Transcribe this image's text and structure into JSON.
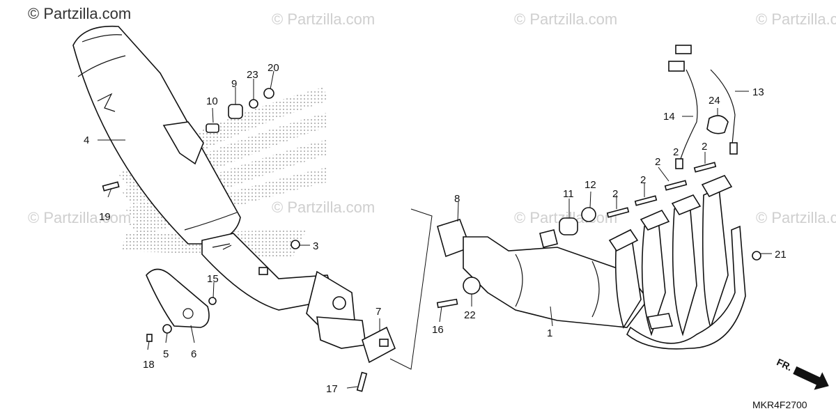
{
  "watermark": {
    "main": "© Partzilla.com",
    "faint": "© Partzilla.com"
  },
  "diagram_code": "MKR4F2700",
  "direction_label": "FR.",
  "callouts": {
    "c1": "1",
    "c2a": "2",
    "c2b": "2",
    "c2c": "2",
    "c2d": "2",
    "c2e": "2",
    "c3": "3",
    "c4": "4",
    "c5": "5",
    "c6": "6",
    "c7": "7",
    "c8": "8",
    "c9": "9",
    "c10": "10",
    "c11": "11",
    "c12": "12",
    "c13": "13",
    "c14": "14",
    "c15": "15",
    "c16": "16",
    "c17": "17",
    "c18": "18",
    "c19": "19",
    "c20": "20",
    "c21": "21",
    "c22": "22",
    "c23": "23",
    "c24": "24"
  }
}
